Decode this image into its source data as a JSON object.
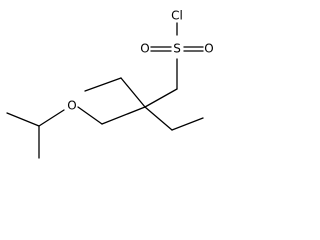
{
  "molecule": {
    "atoms": {
      "chlorine": "Cl",
      "sulfur": "S",
      "oxygen_left": "O",
      "oxygen_right": "O",
      "ether_oxygen": "O"
    },
    "colors": {
      "bond": "#000000",
      "label": "#000000",
      "background": "#ffffff"
    }
  }
}
